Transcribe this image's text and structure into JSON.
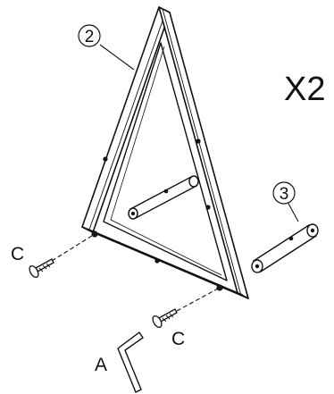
{
  "diagram": {
    "quantity_label": "X2",
    "callouts": {
      "part_2": "2",
      "part_3": "3"
    },
    "letters": {
      "bolt_left": "C",
      "bolt_bottom": "C",
      "allen_key": "A"
    },
    "line_color": "#111111"
  }
}
